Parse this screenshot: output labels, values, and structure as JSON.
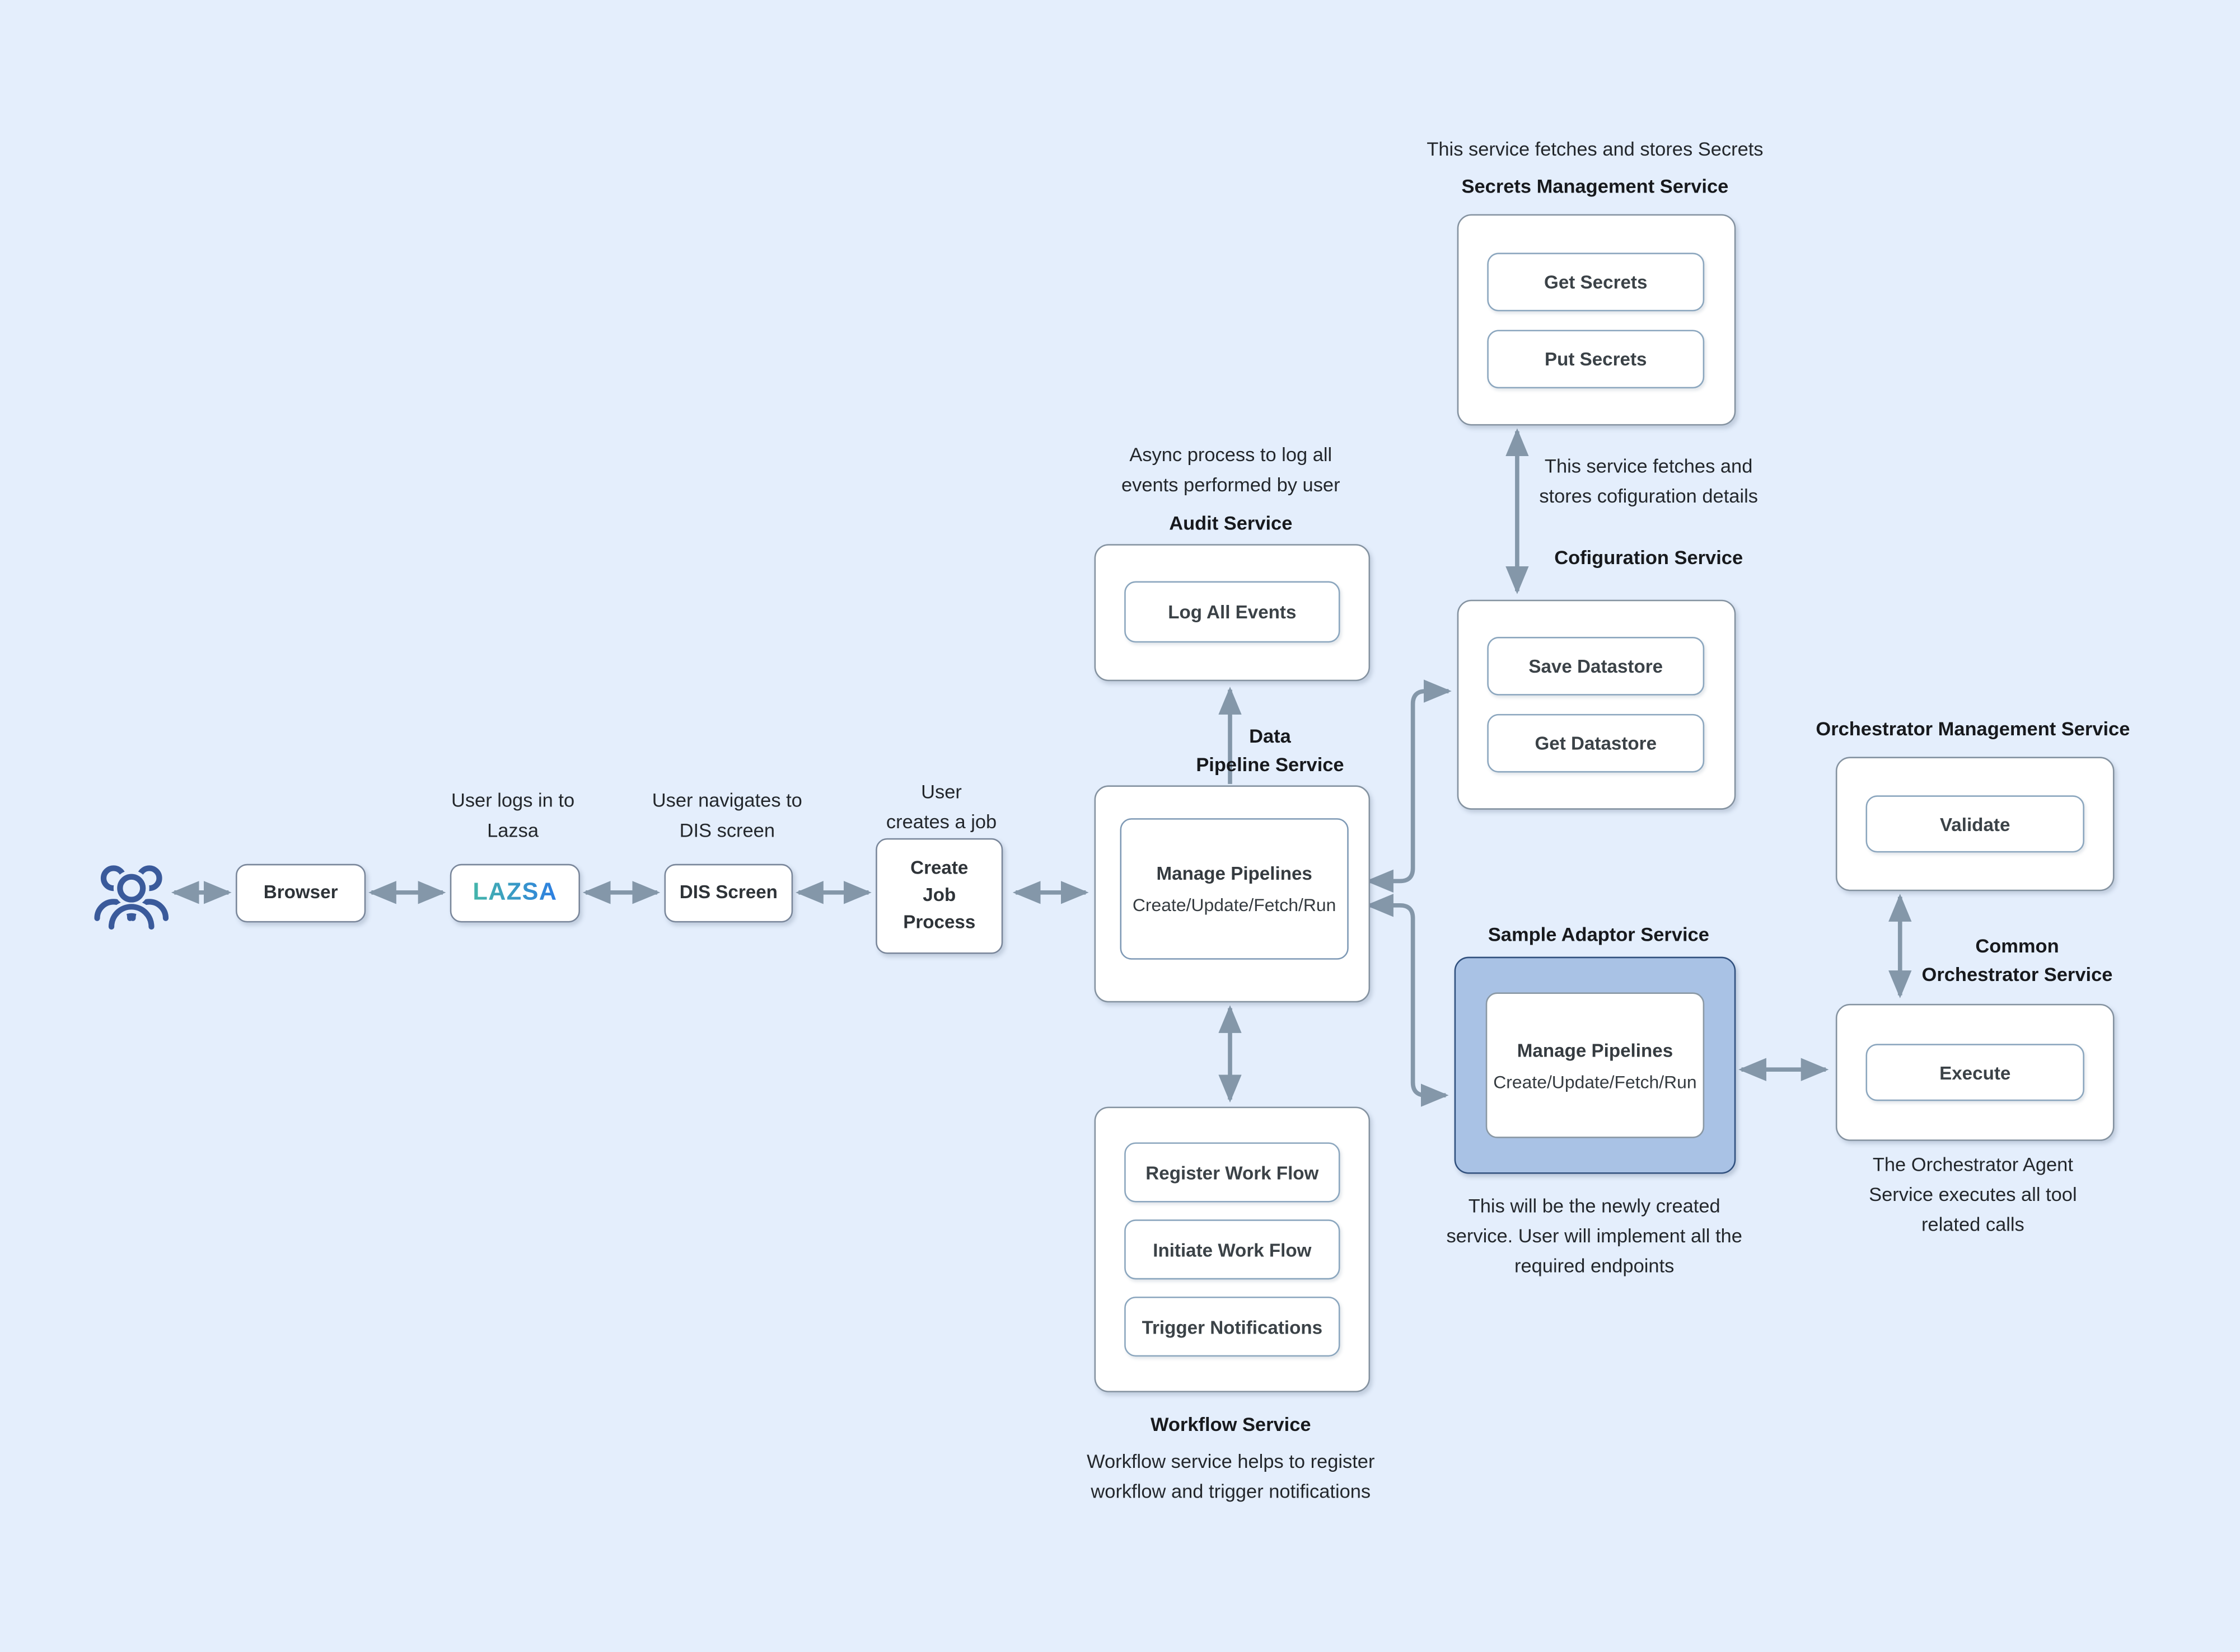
{
  "theme": {
    "background": "#e4eefc",
    "arrow": "#8497a9",
    "box_border": "#8492a0",
    "button_border": "#8ba6be",
    "adaptor_fill": "#a9c2e5",
    "adaptor_border": "#2f4f7d",
    "users_icon": "#3a5a9b",
    "lazsa_gradient_start": "#44b5aa",
    "lazsa_gradient_end": "#2d7ee2"
  },
  "chain": {
    "login_label": [
      "User logs in to",
      "Lazsa"
    ],
    "nav_label": [
      "User navigates to",
      "DIS screen"
    ],
    "job_label": [
      "User",
      "creates a job"
    ],
    "browser": "Browser",
    "lazsa": "LAZSA",
    "dis": "DIS Screen",
    "cjp": [
      "Create",
      "Job",
      "Process"
    ]
  },
  "audit": {
    "annotation": [
      "Async process to log all",
      "events performed by user"
    ],
    "title": "Audit Service",
    "button": "Log All Events"
  },
  "dps": {
    "title": [
      "Data",
      "Pipeline Service"
    ],
    "inner_title": "Manage Pipelines",
    "inner_sub": "Create/Update/Fetch/Run"
  },
  "workflow": {
    "buttons": [
      "Register Work Flow",
      "Initiate Work Flow",
      "Trigger Notifications"
    ],
    "title": "Workflow Service",
    "annotation": [
      "Workflow service helps to register",
      "workflow and trigger notifications"
    ]
  },
  "secrets": {
    "annotation": "This service fetches and stores Secrets",
    "title": "Secrets Management Service",
    "buttons": [
      "Get Secrets",
      "Put Secrets"
    ]
  },
  "cofig": {
    "annotation": [
      "This service fetches and",
      "stores cofiguration details"
    ],
    "title": "Cofiguration Service",
    "buttons": [
      "Save Datastore",
      "Get Datastore"
    ]
  },
  "sas": {
    "title": "Sample Adaptor Service",
    "inner_title": "Manage Pipelines",
    "inner_sub": "Create/Update/Fetch/Run",
    "annotation": [
      "This will be the newly created",
      "service. User will implement all the",
      "required endpoints"
    ]
  },
  "oms": {
    "title": "Orchestrator Management Service",
    "button": "Validate"
  },
  "cos": {
    "title": [
      "Common",
      "Orchestrator Service"
    ],
    "button": "Execute",
    "annotation": [
      "The Orchestrator Agent",
      "Service executes all tool",
      "related calls"
    ]
  }
}
